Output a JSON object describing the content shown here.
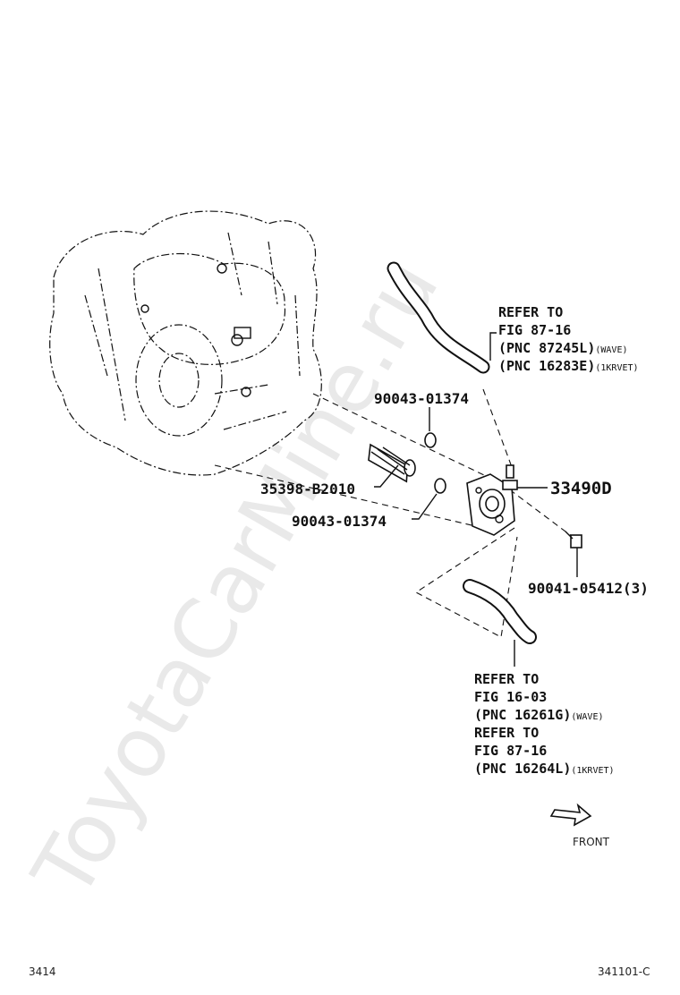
{
  "watermark": "ToyotaCarMine.ru",
  "parts": {
    "gasket_top": "90043-01374",
    "gasket_bottom": "90043-01374",
    "pipe": "35398-B2010",
    "cooler": "33490D",
    "bolt": "90041-05412(3)"
  },
  "refs": {
    "upper": {
      "line1": "REFER TO",
      "line2": "FIG 87-16",
      "line3": "(PNC 87245L)",
      "line3_tag": "(WAVE)",
      "line4": "(PNC 16283E)",
      "line4_tag": "(1KRVET)"
    },
    "lower": {
      "line1": "REFER TO",
      "line2": "FIG 16-03",
      "line3": "(PNC 16261G)",
      "line3_tag": "(WAVE)",
      "line4": "REFER TO",
      "line5": "FIG 87-16",
      "line6": "(PNC 16264L)",
      "line6_tag": "(1KRVET)"
    }
  },
  "front_label": "FRONT",
  "footer": {
    "left": "3414",
    "right": "341101-C"
  }
}
